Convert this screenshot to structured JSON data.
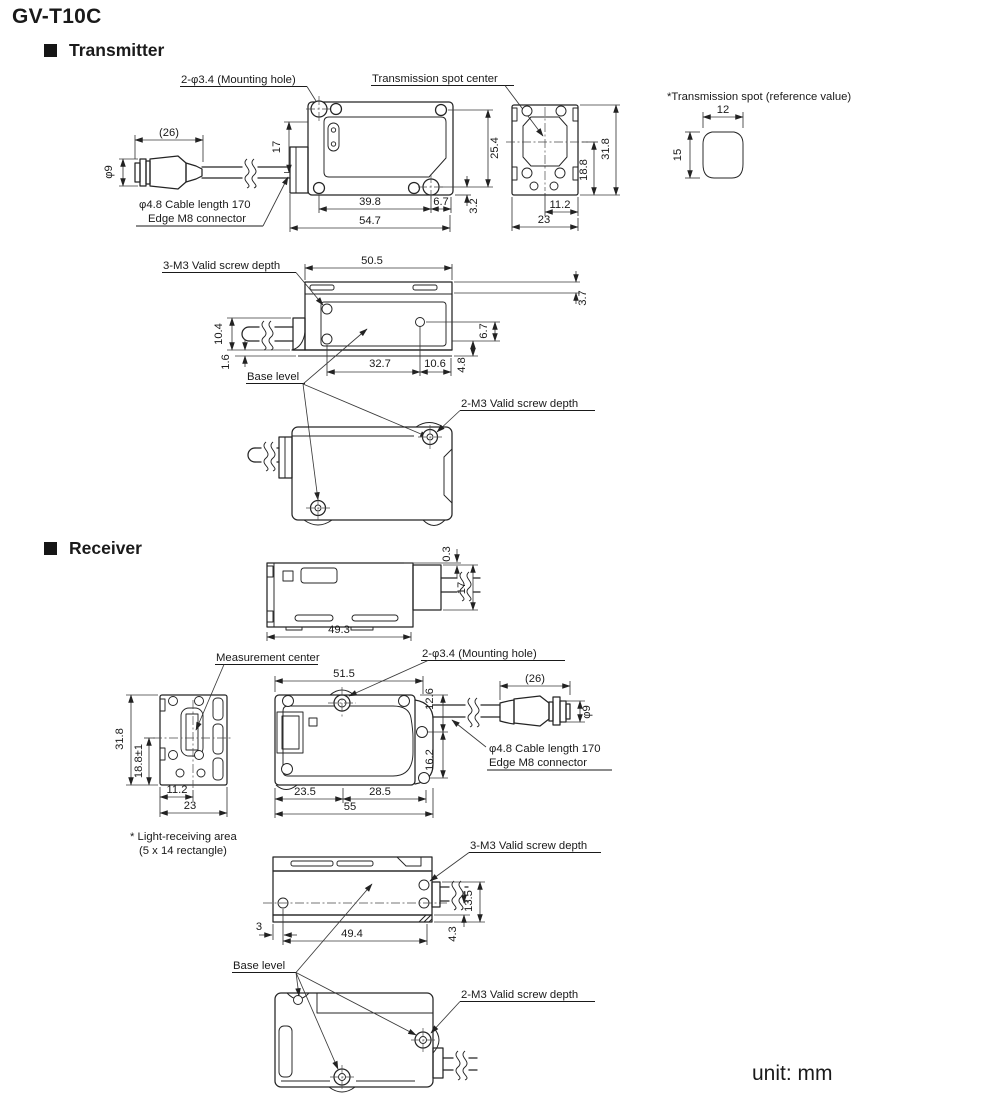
{
  "page": {
    "title": "GV-T10C",
    "unit": "unit: mm"
  },
  "sections": {
    "transmitter": "Transmitter",
    "receiver": "Receiver"
  },
  "labels": {
    "mounting_hole": "2-φ3.4 (Mounting hole)",
    "spot_center": "Transmission spot center",
    "spot_note": "*Transmission spot (reference value)",
    "cable_1": "φ4.8 Cable length 170",
    "cable_2": "Edge M8 connector",
    "screw3": "3-M3 Valid screw depth",
    "screw2": "2-M3 Valid screw depth",
    "base": "Base level",
    "meas_center": "Measurement center",
    "light_1": "* Light-receiving area",
    "light_2": "(5 x 14 rectangle)"
  },
  "t": {
    "top": {
      "c26": "(26)",
      "dia": "φ9",
      "d17": "17",
      "d254": "25.4",
      "d398": "39.8",
      "d67": "6.7",
      "d32": "3.2",
      "d547": "54.7"
    },
    "end": {
      "d318": "31.8",
      "d188": "18.8",
      "d112": "11.2",
      "d23": "23"
    },
    "spot": {
      "w": "12",
      "h": "15"
    },
    "side": {
      "d505": "50.5",
      "d37": "3.7",
      "d104": "10.4",
      "d16": "1.6",
      "d327": "32.7",
      "d106": "10.6",
      "d67": "6.7",
      "d48": "4.8"
    }
  },
  "r": {
    "top": {
      "d03": "0.3",
      "d17": "17",
      "d493": "49.3"
    },
    "end": {
      "d318": "31.8",
      "d188": "18.8±1",
      "d112": "11.2",
      "d23": "23"
    },
    "front": {
      "d515": "51.5",
      "d126": "12.6",
      "d162": "16.2",
      "d235": "23.5",
      "d285": "28.5",
      "d55": "55",
      "c26": "(26)",
      "dia": "φ9"
    },
    "side": {
      "d3": "3",
      "d494": "49.4",
      "d135": "13.5",
      "d43": "4.3"
    }
  }
}
